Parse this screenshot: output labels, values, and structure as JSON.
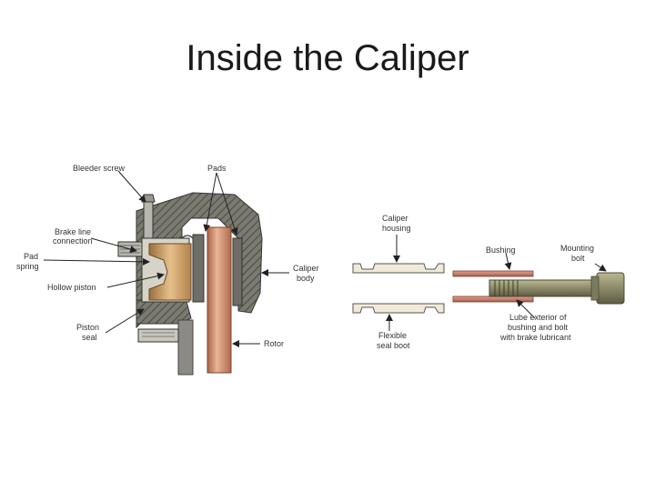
{
  "slide": {
    "title": "Inside the Caliper"
  },
  "caliper_labels": {
    "bleeder_screw": "Bleeder screw",
    "pads": "Pads",
    "brake_line_1": "Brake line",
    "brake_line_2": "connection",
    "pad_spring_1": "Pad",
    "pad_spring_2": "spring",
    "hollow_piston": "Hollow piston",
    "caliper_body_1": "Caliper",
    "caliper_body_2": "body",
    "piston_seal_1": "Piston",
    "piston_seal_2": "seal",
    "rotor": "Rotor"
  },
  "bolt_labels": {
    "caliper_housing_1": "Caliper",
    "caliper_housing_2": "housing",
    "bushing": "Bushing",
    "mounting_bolt_1": "Mounting",
    "mounting_bolt_2": "bolt",
    "flexible_boot_1": "Flexible",
    "flexible_boot_2": "seal boot",
    "lube_1": "Lube exterior of",
    "lube_2": "bushing and bolt",
    "lube_3": "with brake lubricant"
  },
  "colors": {
    "housing": "#7a7a70",
    "hatch": "#4a4a44",
    "piston": "#d8b07a",
    "piston_dark": "#9c6e3e",
    "rotor": "#c88760",
    "rotor_light": "#e9b596",
    "bolt": "#8d8a6a",
    "bushing": "#c27a66",
    "boot": "#e8c9a8"
  }
}
